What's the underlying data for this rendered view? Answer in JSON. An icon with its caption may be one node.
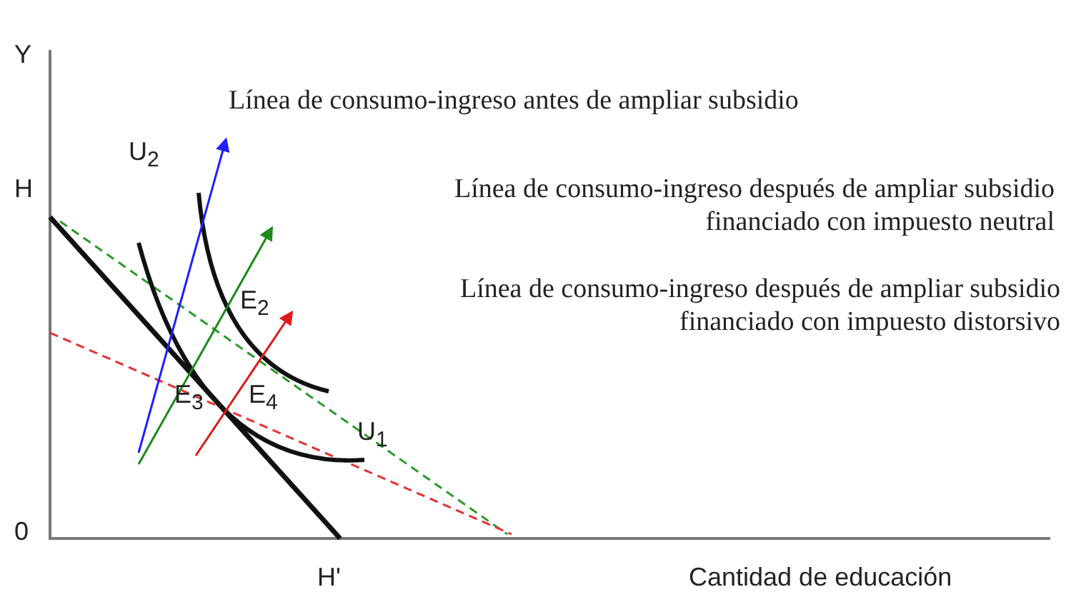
{
  "diagram": {
    "labels": [
      "Y",
      "Línea de consumo-ingreso antes de ampliar subsidio",
      "U$_{2}$",
      "H",
      "Línea de consumo-ingreso después de ampliar subsidio financiado con impuesto neutral",
      "E$_{2}$",
      "Línea de consumo-ingreso después de ampliar subsidio financiado con impuesto distorsivo",
      "E$_{3}$",
      "E$_{4}$",
      "U$_{1}$",
      "0",
      "H'",
      "Cantidad de educación"
    ]
  }
}
